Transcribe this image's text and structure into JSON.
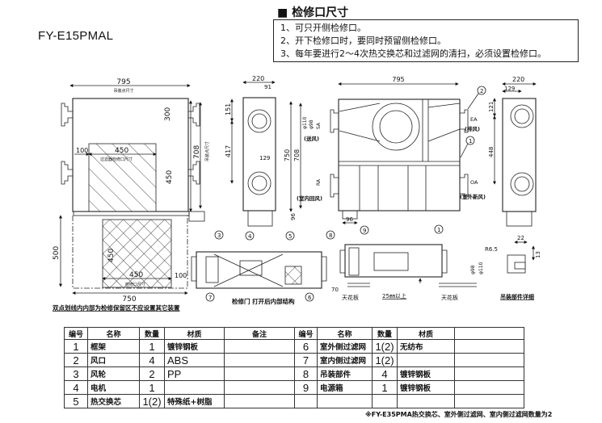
{
  "model": "FY-E15PMAL",
  "section_title": "■ 检修口尺寸",
  "notes": [
    "1、可只开侧检修口。",
    "2、开下检修口时，要同时预留侧检修口。",
    "3、每年要进行2～4次热交换芯和过滤网的清扫，必须设置检修口。"
  ],
  "plan_view": {
    "dim_width": "795",
    "dim_width_note": "吊装点尺寸",
    "dim_300": "300",
    "dim_100": "100",
    "dim_450": "450",
    "filter_label": "过滤器检修口尺寸",
    "dim_450_v": "450",
    "dim_708": "708",
    "dim_708_note": "吊装点尺寸",
    "dim_500": "500",
    "dim_450_lower": "450",
    "dim_450_lower_h": "450",
    "lower_label": "检修口尺寸",
    "dim_100_lower": "100",
    "dim_750": "750",
    "caption": "双点划线内内部为检修保留区不应设置其它装置"
  },
  "side_view_left": {
    "dim_220": "220",
    "dim_91": "91",
    "dim_151": "151",
    "dim_417": "417",
    "dim_129": "129",
    "dim_96": "96"
  },
  "top_view": {
    "dim_795": "795",
    "dim_750": "750",
    "dim_708": "708",
    "dim_96": "96",
    "sa_d1": "φ110",
    "sa_d2": "φ98",
    "sa": "SA",
    "sa_label": "(送风)",
    "ra": "RA",
    "ra_label": "(室内回风)",
    "ea": "EA",
    "ea_label": "(排风)",
    "oa": "OA",
    "oa_label": "(室外新风)",
    "callout_1": "1",
    "callout_2": "2"
  },
  "side_view_right": {
    "dim_220": "220",
    "dim_129": "129",
    "dim_121": "121",
    "dim_448": "448"
  },
  "interior_view": {
    "callouts": [
      "3",
      "4",
      "5",
      "8",
      "7",
      "6"
    ],
    "caption": "检修门 打开后内部结构"
  },
  "elevation_view": {
    "callout_9": "9",
    "callout_1": "1",
    "dim_70": "70",
    "ceiling_1": "天花板",
    "clearance": "25㎜以上",
    "ceiling_2": "天花板",
    "d98": "φ98",
    "d110": "φ110"
  },
  "bracket_detail": {
    "r": "R6.5",
    "dim_22": "22",
    "dim_13": "13",
    "caption": "吊装部件详细"
  },
  "parts_table": {
    "headers": [
      "编号",
      "名称",
      "数量",
      "材质",
      "备注",
      "编号",
      "名称",
      "数量",
      "材质",
      ""
    ],
    "rows": [
      [
        "1",
        "框架",
        "1",
        "镀锌钢板",
        "",
        "6",
        "室外侧过滤网",
        "1(2)",
        "无纺布",
        ""
      ],
      [
        "2",
        "风口",
        "4",
        "ABS",
        "",
        "7",
        "室内侧过滤网",
        "1(2)",
        "",
        ""
      ],
      [
        "3",
        "风轮",
        "2",
        "PP",
        "",
        "8",
        "吊装部件",
        "4",
        "镀锌钢板",
        ""
      ],
      [
        "4",
        "电机",
        "1",
        "",
        "",
        "9",
        "电源箱",
        "1",
        "镀锌钢板",
        ""
      ],
      [
        "5",
        "热交换芯",
        "1(2)",
        "特殊纸+树脂",
        "",
        "",
        "",
        "",
        "",
        ""
      ]
    ]
  },
  "footnote": "※FY-E35PMA热交换芯、室外侧过滤网、室内侧过滤网数量为2"
}
